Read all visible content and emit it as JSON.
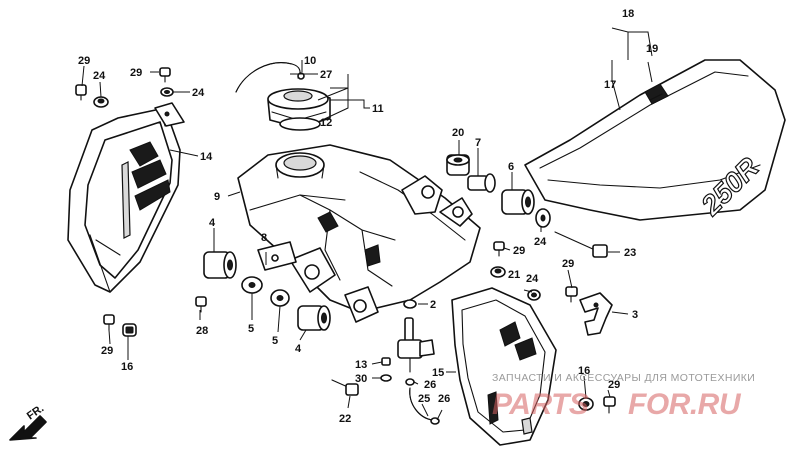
{
  "parts": [
    {
      "id": "p1",
      "label": "29"
    },
    {
      "id": "p2",
      "label": "24"
    },
    {
      "id": "p3",
      "label": "29"
    },
    {
      "id": "p4",
      "label": "24"
    },
    {
      "id": "p5",
      "label": "14"
    },
    {
      "id": "p6",
      "label": "9"
    },
    {
      "id": "p7",
      "label": "10"
    },
    {
      "id": "p8",
      "label": "27"
    },
    {
      "id": "p9",
      "label": "11"
    },
    {
      "id": "p10",
      "label": "12"
    },
    {
      "id": "p11",
      "label": "20"
    },
    {
      "id": "p12",
      "label": "7"
    },
    {
      "id": "p13",
      "label": "6"
    },
    {
      "id": "p14",
      "label": "18"
    },
    {
      "id": "p15",
      "label": "19"
    },
    {
      "id": "p16",
      "label": "17"
    },
    {
      "id": "p17",
      "label": "4"
    },
    {
      "id": "p18",
      "label": "8"
    },
    {
      "id": "p19",
      "label": "29"
    },
    {
      "id": "p20",
      "label": "24"
    },
    {
      "id": "p21",
      "label": "23"
    },
    {
      "id": "p22",
      "label": "21"
    },
    {
      "id": "p23",
      "label": "24"
    },
    {
      "id": "p24",
      "label": "29"
    },
    {
      "id": "p25",
      "label": "28"
    },
    {
      "id": "p26",
      "label": "5"
    },
    {
      "id": "p27",
      "label": "5"
    },
    {
      "id": "p28",
      "label": "4"
    },
    {
      "id": "p29",
      "label": "2"
    },
    {
      "id": "p30",
      "label": "3"
    },
    {
      "id": "p31",
      "label": "29"
    },
    {
      "id": "p32",
      "label": "16"
    },
    {
      "id": "p33",
      "label": "13"
    },
    {
      "id": "p34",
      "label": "30"
    },
    {
      "id": "p35",
      "label": "26"
    },
    {
      "id": "p36",
      "label": "15"
    },
    {
      "id": "p37",
      "label": "22"
    },
    {
      "id": "p38",
      "label": "25"
    },
    {
      "id": "p39",
      "label": "26"
    },
    {
      "id": "p40",
      "label": "16"
    },
    {
      "id": "p41",
      "label": "29"
    }
  ],
  "seat_decal": "250R",
  "direction_label": "FR.",
  "watermark": {
    "text": "ЗАПЧАСТИ И АКСЕССУАРЫ ДЛЯ МОТОТЕХНИКИ",
    "logo_left": "PARTS",
    "logo_right": "FOR.RU"
  }
}
